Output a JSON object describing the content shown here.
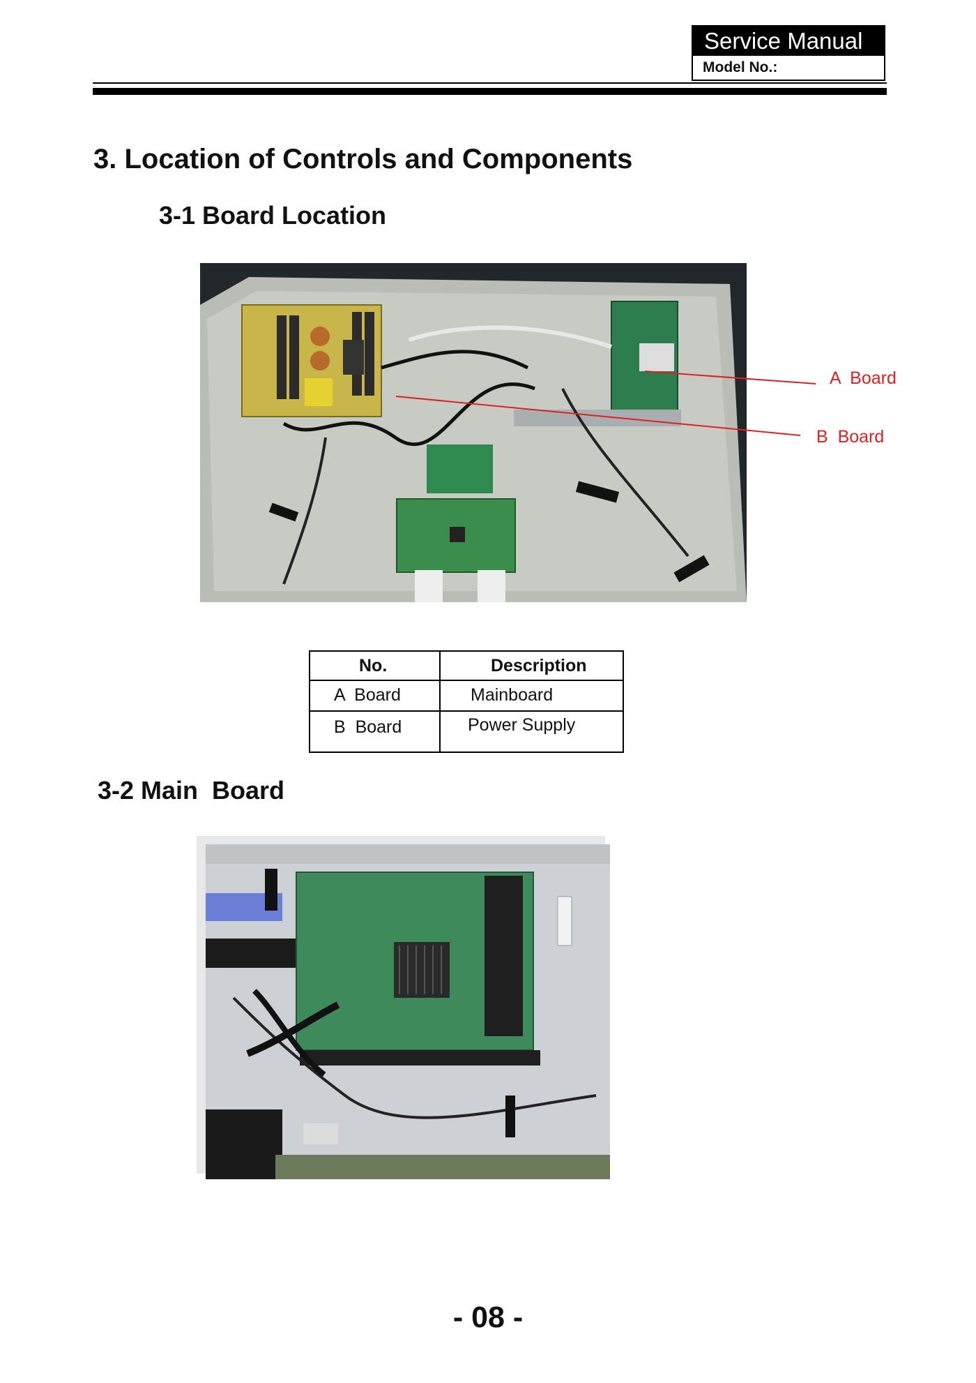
{
  "header": {
    "title": "Service Manual",
    "model_label": "Model No.:"
  },
  "section": {
    "heading": "3. Location of Controls and Components",
    "sub1": "3-1 Board Location",
    "sub2": "3-2 Main  Board"
  },
  "callouts": {
    "a": "A  Board",
    "b": "B  Board"
  },
  "table": {
    "headers": [
      "No.",
      "Description"
    ],
    "rows": [
      [
        "A  Board",
        "Mainboard"
      ],
      [
        "B  Board",
        "Power Supply"
      ]
    ]
  },
  "footer": {
    "page": "- 08 -"
  }
}
